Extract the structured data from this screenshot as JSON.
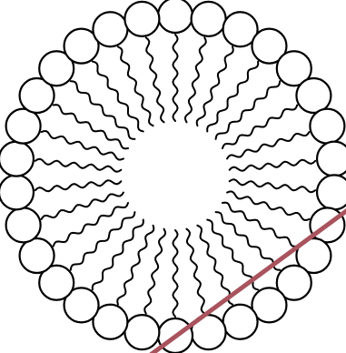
{
  "diagram": {
    "subject": "micelle",
    "molecule_count": 30,
    "tails_per_molecule": 1,
    "colors": {
      "background": "#ffffff",
      "outline": "#000000",
      "head_fill": "#ffffff",
      "rod": "#a8535d"
    }
  }
}
